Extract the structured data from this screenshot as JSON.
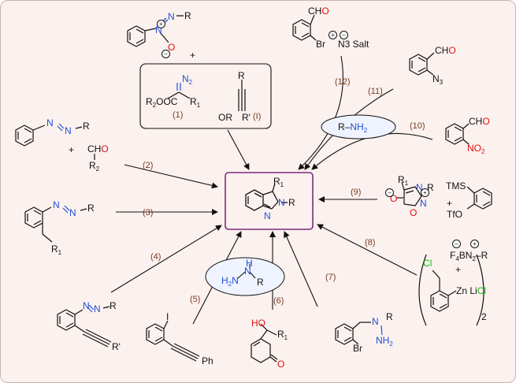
{
  "colors": {
    "background": "#fbf1ee",
    "frame": "#c9b3ad",
    "product_box": "#7a2a7a",
    "arrow": "#111111",
    "nitrogen": "#1f4fd6",
    "oxygen": "#e01010",
    "chlorine": "#18b418",
    "route_label": "#7b3a24",
    "ellipse_fill": "#eef3ff"
  },
  "routes": [
    "(1)",
    "(2)",
    "(3)",
    "(4)",
    "(5)",
    "(6)",
    "(7)",
    "(8)",
    "(9)",
    "(10)",
    "(11)",
    "(12)"
  ],
  "labels": {
    "R": "R",
    "R1": "R",
    "R1_sub": "1",
    "R2": "R",
    "R2_sub": "2",
    "Rprime": "R'",
    "N": "N",
    "N3": "N",
    "N3_sub": "3",
    "O": "O",
    "I": "I",
    "Br": "Br",
    "Cl": "Cl",
    "Ph": "Ph",
    "CHO_C": "CH",
    "CHO_O": "O",
    "NO2_N": "NO",
    "NO2_sub": "2",
    "OR": "OR",
    "plus": "+",
    "roman_I": "(I)",
    "N2": "N",
    "N2_sub": "2",
    "R2OOC": "R",
    "R2OOC_sub": "2",
    "R2OOC_rest": "OOC",
    "N3_salt": "N3 Salt",
    "amine_R": "R",
    "amine_NH2": "NH",
    "amine_sub": "2",
    "hydrazine_H2N": "H",
    "hydrazine_sub": "2",
    "hydrazine_N": "N",
    "hydrazine_NH": "N",
    "hydrazine_H": "H",
    "TMS": "TMS",
    "TfO": "TfO",
    "F4BN2": "F",
    "F4BN2_sub": "4",
    "F4BN2_mid": "BN",
    "F4BN2_sub2": "2",
    "F4BN2_R": "–R",
    "Zn": "Zn",
    "Li": "Li",
    "zn_sub": "2",
    "HO": "HO",
    "ketone_O": "O",
    "NH2": "NH",
    "NH2_sub": "2"
  }
}
